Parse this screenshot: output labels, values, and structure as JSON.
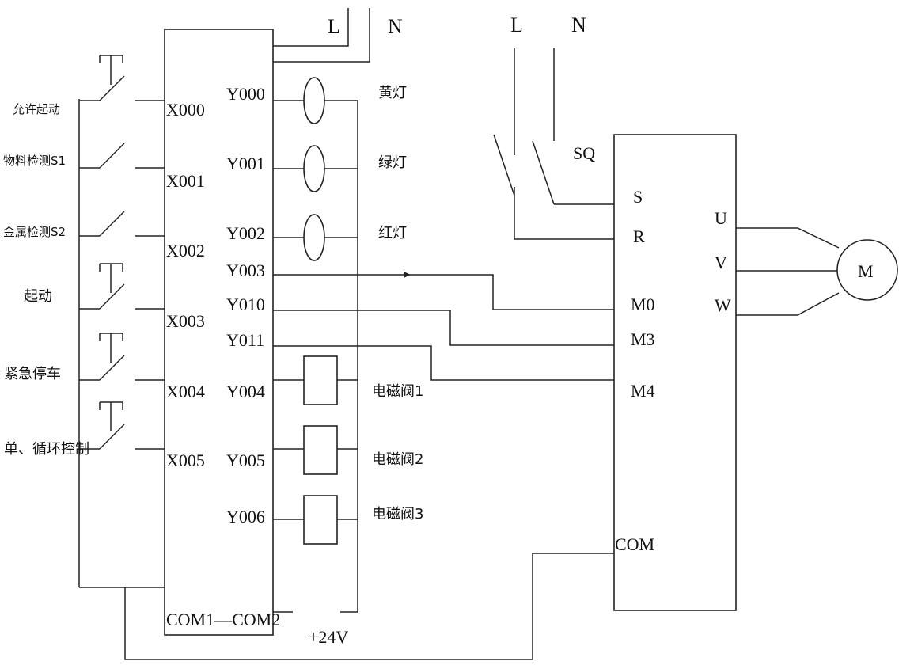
{
  "supply_left": {
    "l": "L",
    "n": "N"
  },
  "supply_right": {
    "l": "L",
    "n": "N"
  },
  "inputs": [
    {
      "label": "允许起动",
      "terminal": "X000"
    },
    {
      "label": "物料检测S1",
      "terminal": "X001"
    },
    {
      "label": "金属检测S2",
      "terminal": "X002"
    },
    {
      "label": "起动",
      "terminal": "X003"
    },
    {
      "label": "紧急停车",
      "terminal": "X004"
    },
    {
      "label": "单、循环控制",
      "terminal": "X005"
    }
  ],
  "outputs_lamps": [
    {
      "terminal": "Y000",
      "label": "黄灯"
    },
    {
      "terminal": "Y001",
      "label": "绿灯"
    },
    {
      "terminal": "Y002",
      "label": "红灯"
    }
  ],
  "outputs_signal": [
    {
      "terminal": "Y003"
    },
    {
      "terminal": "Y010"
    },
    {
      "terminal": "Y011"
    }
  ],
  "outputs_valves": [
    {
      "terminal": "Y004",
      "label": "电磁阀1"
    },
    {
      "terminal": "Y005",
      "label": "电磁阀2"
    },
    {
      "terminal": "Y006",
      "label": "电磁阀3"
    }
  ],
  "plc_common": "COM1—COM2",
  "power_24v": "+24V",
  "switch_sq": "SQ",
  "vfd": {
    "inputs": [
      "S",
      "R"
    ],
    "outputs": [
      "U",
      "V",
      "W"
    ],
    "speed_inputs": [
      "M0",
      "M3",
      "M4"
    ],
    "common": "COM"
  },
  "motor": {
    "label": "M"
  }
}
